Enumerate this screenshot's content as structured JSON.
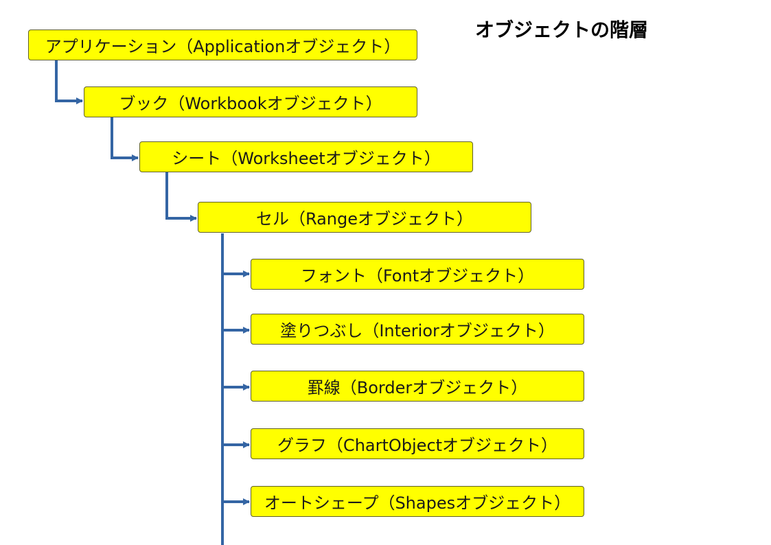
{
  "diagram": {
    "title": "オブジェクトの階層",
    "line_color": "#3465a4",
    "box_color": "#ffff00",
    "nodes": [
      {
        "id": "application",
        "label": "アプリケーション（Applicationオブジェクト）"
      },
      {
        "id": "workbook",
        "label": "ブック（Workbookオブジェクト）"
      },
      {
        "id": "worksheet",
        "label": "シート（Worksheetオブジェクト）"
      },
      {
        "id": "range",
        "label": "セル（Rangeオブジェクト）"
      },
      {
        "id": "font",
        "label": "フォント（Fontオブジェクト）"
      },
      {
        "id": "interior",
        "label": "塗りつぶし（Interiorオブジェクト）"
      },
      {
        "id": "border",
        "label": "罫線（Borderオブジェクト）"
      },
      {
        "id": "chartobject",
        "label": "グラフ（ChartObjectオブジェクト）"
      },
      {
        "id": "shapes",
        "label": "オートシェープ（Shapesオブジェクト）"
      }
    ]
  }
}
